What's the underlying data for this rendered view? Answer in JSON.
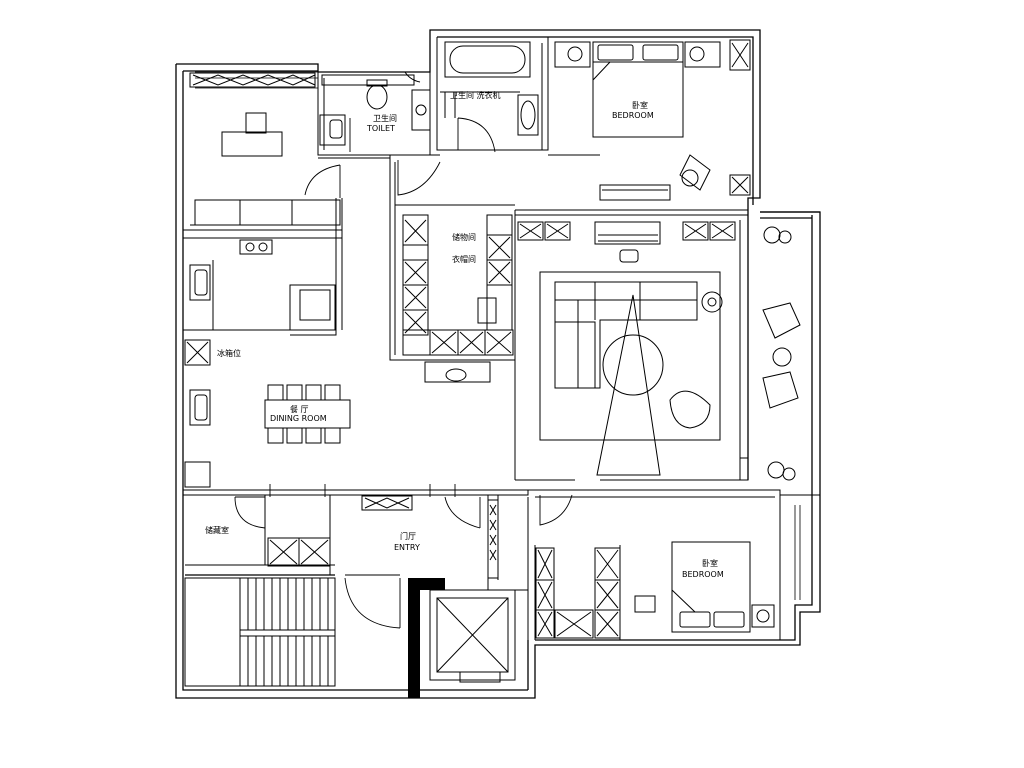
{
  "rooms": {
    "toilet": {
      "cn": "卫生间",
      "en": "TOILET"
    },
    "laundry": {
      "cn": "卫生间 洗衣机"
    },
    "bedroom_top": {
      "cn": "卧室",
      "en": "BEDROOM"
    },
    "closet_a": {
      "cn": "储物间"
    },
    "closet_b": {
      "cn": "衣帽间"
    },
    "fridge_area": {
      "cn": "冰箱位"
    },
    "dining": {
      "cn": "餐 厅",
      "en": "DINING ROOM"
    },
    "utility": {
      "cn": "储藏室"
    },
    "entry": {
      "cn": "门厅",
      "en": "ENTRY"
    },
    "bedroom_bottom": {
      "cn": "卧室",
      "en": "BEDROOM"
    }
  }
}
